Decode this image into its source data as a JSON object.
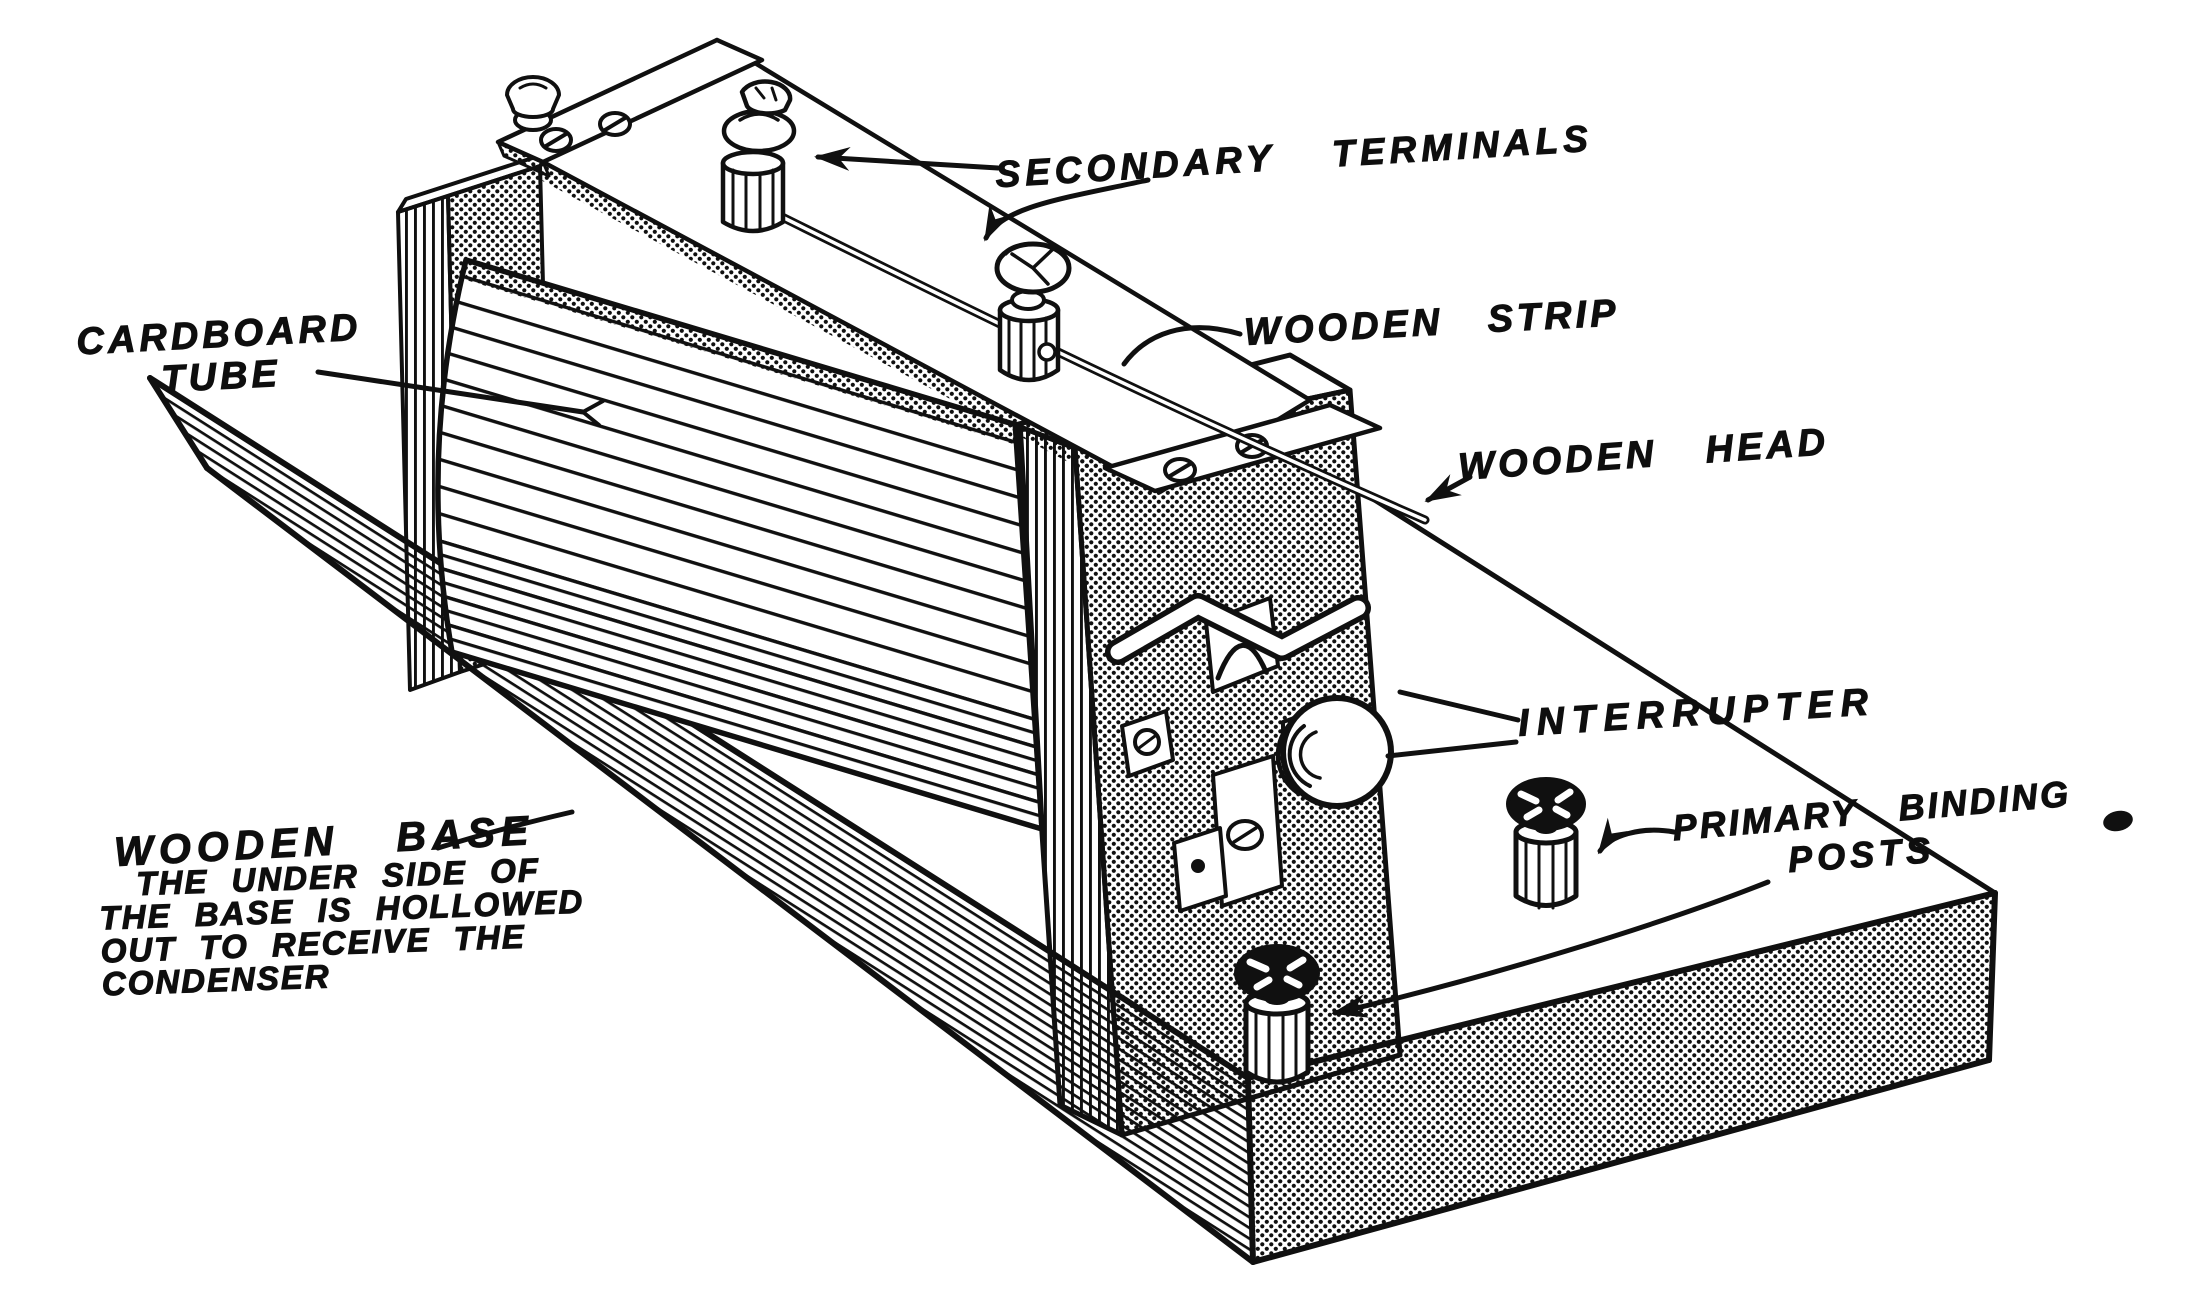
{
  "figure": {
    "type": "technical line engraving",
    "subject": "Induction spark coil apparatus mounted on a wooden base",
    "paper_color": "#ffffff",
    "ink_color": "#101010"
  },
  "labels": {
    "secondary_terminals": "SECONDARY TERMINALS",
    "cardboard_tube_line1": "CARDBOARD",
    "cardboard_tube_line2": "TUBE",
    "wooden_strip": "WOODEN STRIP",
    "wooden_head": "WOODEN HEAD",
    "interrupter": "INTERRUPTER",
    "primary_binding_line1": "PRIMARY BINDING",
    "primary_binding_line2": "POSTS",
    "wooden_base": "WOODEN BASE",
    "base_note_line1": "THE UNDER SIDE OF",
    "base_note_line2": "THE BASE IS HOLLOWED",
    "base_note_line3": "OUT TO RECEIVE THE",
    "base_note_line4": "CONDENSER"
  }
}
